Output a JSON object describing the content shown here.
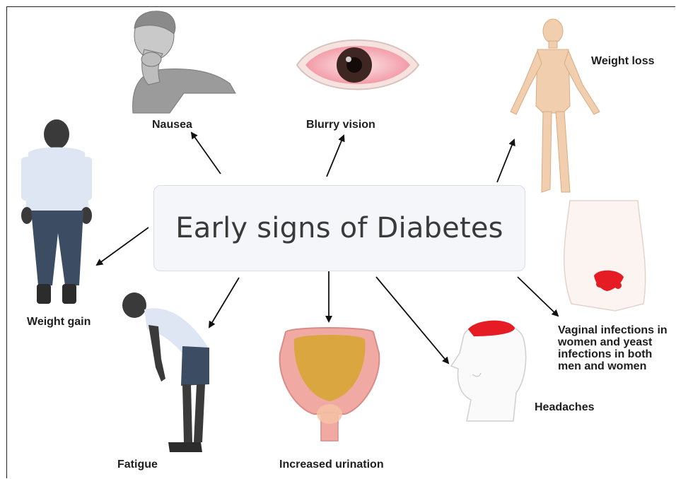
{
  "title": "Early signs of Diabetes",
  "signs": {
    "nausea": "Nausea",
    "blurry_vision": "Blurry vision",
    "weight_loss": "Weight loss",
    "weight_gain": "Weight gain",
    "vaginal_infections": "Vaginal infections in women and yeast infections  in both men and women",
    "fatigue": "Fatigue",
    "increased_urination": "Increased urination",
    "headaches": "Headaches"
  },
  "icons": [
    "nausea-person-icon",
    "red-eye-icon",
    "thin-body-icon",
    "overweight-person-icon",
    "pelvis-infection-icon",
    "tired-person-icon",
    "bladder-icon",
    "headache-head-icon"
  ],
  "colors": {
    "skin_tan": "#f1cfae",
    "red_highlight": "#e51c23",
    "bladder_yellow": "#d9a63f",
    "dark_figure": "#3b3b3b",
    "shirt": "#dfe6f3",
    "jeans": "#3c4d63"
  }
}
